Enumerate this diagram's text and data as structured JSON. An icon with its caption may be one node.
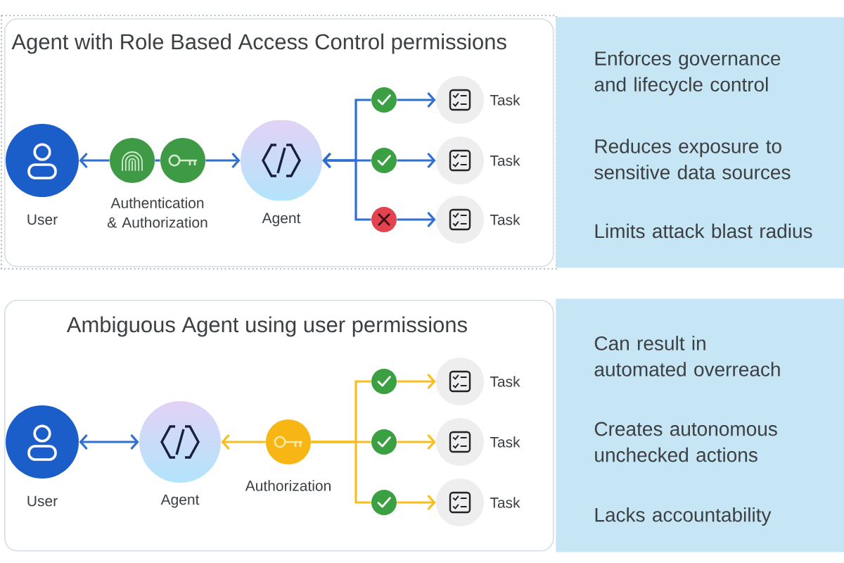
{
  "diagram": {
    "nodes": [
      {
        "text": [
          "Agent with Role Based Access Control permissions"
        ]
      },
      {
        "text": [
          "User"
        ],
        "in": 0
      },
      {
        "text": [],
        "shape": "circle",
        "in": 0
      },
      {
        "text": [],
        "shape": "circle",
        "in": 0
      },
      {
        "text": [
          "Agent"
        ],
        "in": 0
      },
      {
        "text": [],
        "shape": "circle",
        "in": 0
      },
      {
        "text": [],
        "shape": "circle",
        "in": 0
      },
      {
        "text": [],
        "shape": "circle",
        "in": 0
      },
      {
        "text": [
          "Task"
        ],
        "in": 0
      },
      {
        "text": [
          "Task"
        ],
        "in": 0
      },
      {
        "text": [
          "Task"
        ],
        "in": 0
      },
      {
        "text": [
          "Enforces governance and lifecycle control",
          "Reduces exposure to sensitive data sources",
          "Limits attack blast radius"
        ]
      },
      {
        "text": [
          "Ambiguous Agent using user permissions"
        ]
      },
      {
        "text": [
          "User"
        ],
        "in": 12
      },
      {
        "text": [
          "Agent"
        ],
        "in": 12
      },
      {
        "text": [
          "Authorization"
        ],
        "in": 12
      },
      {
        "text": [],
        "shape": "circle",
        "in": 12
      },
      {
        "text": [],
        "shape": "circle",
        "in": 12
      },
      {
        "text": [],
        "shape": "circle",
        "in": 12
      },
      {
        "text": [
          "Task"
        ],
        "in": 12
      },
      {
        "text": [
          "Task"
        ],
        "in": 12
      },
      {
        "text": [
          "Task"
        ],
        "in": 12
      },
      {
        "text": [
          "Can result in automated overreach",
          "Creates autonomous unchecked actions",
          "Lacks accountability"
        ]
      }
    ],
    "edges": [
      {
        "from": 2,
        "to": 1,
        "arrow": "to"
      },
      {
        "from": 2,
        "to": 3,
        "arrow": "none"
      },
      {
        "from": 3,
        "to": 4,
        "arrow": "to"
      },
      {
        "from": 5,
        "to": 4,
        "arrow": "to"
      },
      {
        "from": 6,
        "to": 4,
        "arrow": "to"
      },
      {
        "from": 7,
        "to": 4,
        "arrow": "to"
      },
      {
        "from": 5,
        "to": 8,
        "arrow": "to"
      },
      {
        "from": 6,
        "to": 9,
        "arrow": "to"
      },
      {
        "from": 7,
        "to": 10,
        "arrow": "to"
      },
      {
        "from": 13,
        "to": 14,
        "arrow": "both"
      },
      {
        "from": 15,
        "to": 14,
        "arrow": "to",
        "color": "#f8bd1e"
      },
      {
        "from": 16,
        "to": 15,
        "arrow": "none",
        "color": "#f8bd1e"
      },
      {
        "from": 17,
        "to": 15,
        "arrow": "none",
        "color": "#f8bd1e"
      },
      {
        "from": 18,
        "to": 15,
        "arrow": "none",
        "color": "#f8bd1e"
      },
      {
        "from": 16,
        "to": 19,
        "arrow": "to",
        "color": "#f8bd1e"
      },
      {
        "from": 17,
        "to": 20,
        "arrow": "to",
        "color": "#f8bd1e"
      },
      {
        "from": 18,
        "to": 21,
        "arrow": "to",
        "color": "#f8bd1e"
      }
    ],
    "labels": [
      "Authentication & Authorization"
    ]
  }
}
